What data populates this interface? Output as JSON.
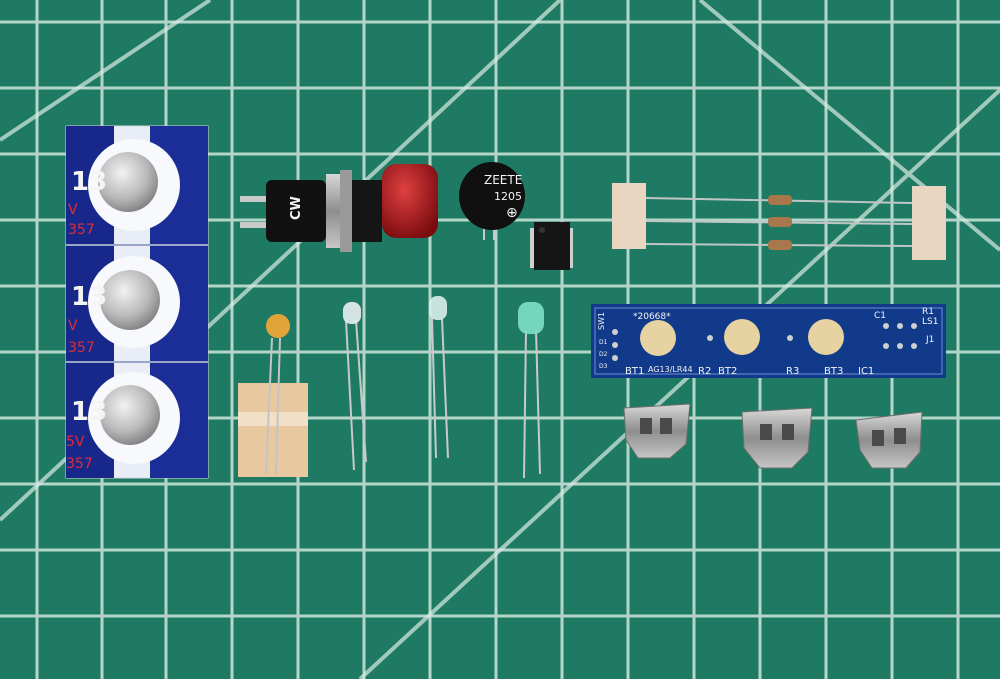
{
  "scene": {
    "mat_color": "#1f7a63",
    "grid_color": "#cfe6dc",
    "battery_strip": {
      "cells": [
        {
          "code": "13",
          "voltage": "V",
          "model": "357"
        },
        {
          "code": "13",
          "voltage": "V",
          "model": "357"
        },
        {
          "code": "13",
          "voltage": "5V",
          "model": "357"
        }
      ]
    },
    "buzzer": {
      "brand": "ZEETE",
      "model": "1205"
    },
    "switch": {
      "marking": "CW"
    },
    "pcb": {
      "serial": "*20668*",
      "footprint_text": "AG13/LR44",
      "refs": [
        "SW1",
        "BT1",
        "R2",
        "BT2",
        "R3",
        "BT3",
        "IC1",
        "C1",
        "R1",
        "LS1",
        "J1",
        "D1",
        "D2",
        "D3"
      ]
    }
  }
}
